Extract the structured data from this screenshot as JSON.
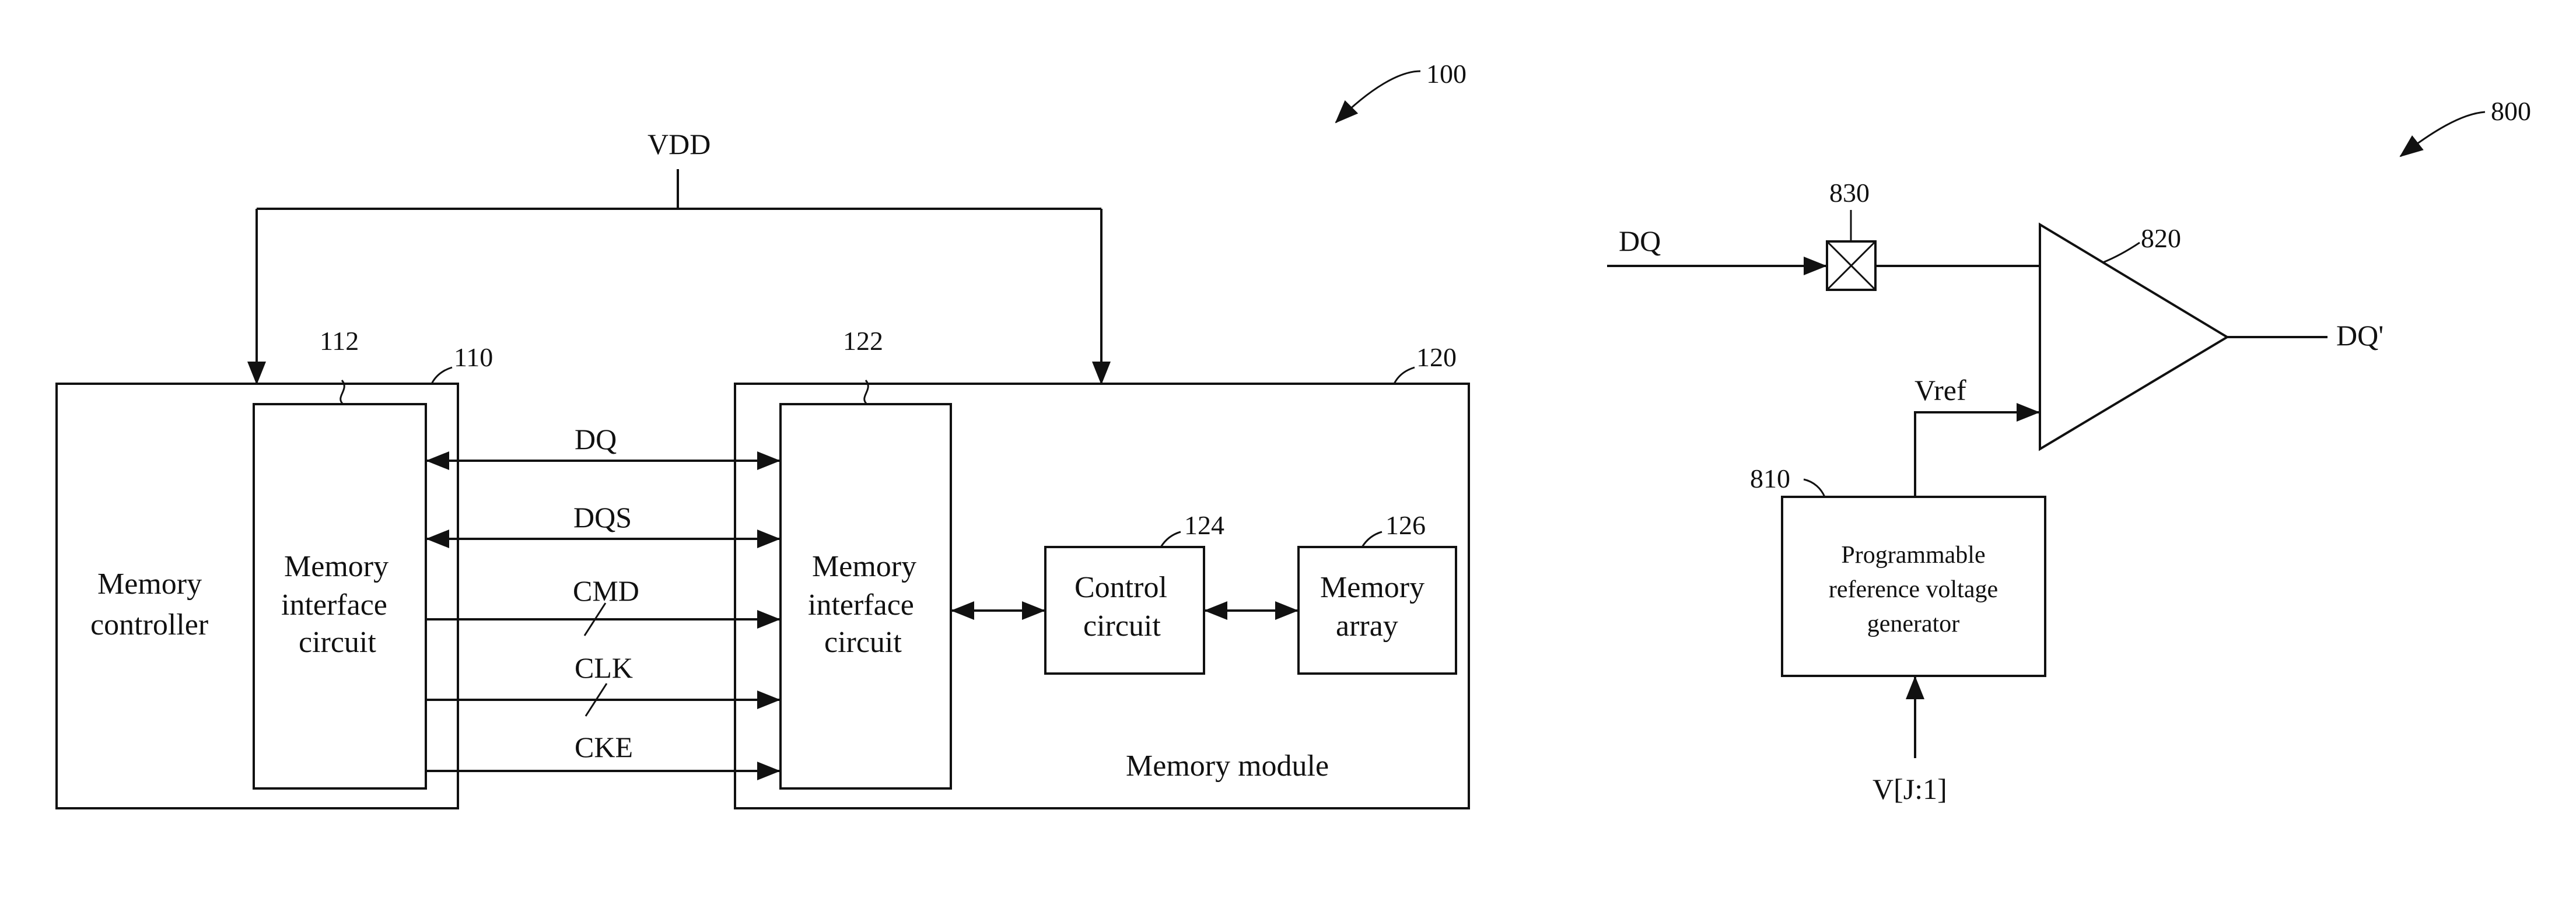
{
  "fig100": {
    "ref": "100",
    "vdd": "VDD",
    "controller": {
      "ref": "110",
      "label1": "Memory",
      "label2": "controller"
    },
    "ctrl_interface": {
      "ref": "112",
      "label1": "Memory",
      "label2": "interface",
      "label3": "circuit"
    },
    "module": {
      "ref": "120",
      "label": "Memory module"
    },
    "mod_interface": {
      "ref": "122",
      "label1": "Memory",
      "label2": "interface",
      "label3": "circuit"
    },
    "control": {
      "ref": "124",
      "label1": "Control",
      "label2": "circuit"
    },
    "array": {
      "ref": "126",
      "label1": "Memory",
      "label2": "array"
    },
    "signals": {
      "dq": "DQ",
      "dqs": "DQS",
      "cmd": "CMD",
      "clk": "CLK",
      "cke": "CKE"
    }
  },
  "fig800": {
    "ref": "800",
    "input": "DQ",
    "output": "DQ'",
    "pad_ref": "830",
    "comparator_ref": "820",
    "vref": "Vref",
    "generator": {
      "ref": "810",
      "label1": "Programmable",
      "label2": "reference voltage",
      "label3": "generator"
    },
    "control_input": "V[J:1]"
  }
}
